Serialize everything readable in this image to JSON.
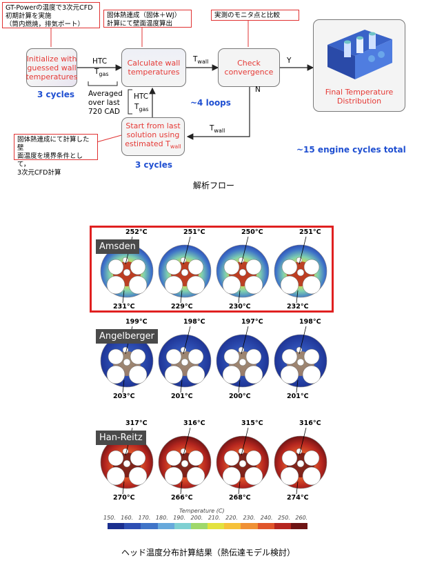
{
  "flow": {
    "note_top_left": [
      "GT-Powerの温度で3次元CFD",
      "初期計算を実施",
      "（筒内燃焼，排気ポート）"
    ],
    "note_top_mid": [
      "固体熱連成（固体＋WJ）",
      "計算にて壁面温度算出"
    ],
    "note_top_right": "実測のモニタ点と比較",
    "note_bottom_left": [
      "固体熱連成にて計算した壁",
      "面温度を境界条件として，",
      "3次元CFD計算"
    ],
    "box_initialize": [
      "Initialize with",
      "guessed wall",
      "temperatures"
    ],
    "box_calculate": [
      "Calculate wall",
      "temperatures"
    ],
    "box_check": [
      "Check",
      "convergence"
    ],
    "box_start": [
      "Start from last",
      "solution using",
      "estimated T"
    ],
    "box_start_sub": "wall",
    "box_final": [
      "Final Temperature",
      "Distribution"
    ],
    "htc": "HTC",
    "t": "T",
    "sub_gas": "gas",
    "sub_wall": "wall",
    "label_y": "Y",
    "label_n": "N",
    "averaged": [
      "Averaged",
      "over last",
      "720 CAD"
    ],
    "cycles_1": "3 cycles",
    "cycles_2": "3 cycles",
    "loops": "~4 loops",
    "total": "~15 engine cycles total",
    "caption": "解析フロー"
  },
  "models": [
    {
      "name": "Amsden",
      "top": [
        "252°C",
        "251°C",
        "250°C",
        "251°C"
      ],
      "bottom": [
        "231°C",
        "229°C",
        "230°C",
        "232°C"
      ],
      "scheme": "amsden"
    },
    {
      "name": "Angelberger",
      "top": [
        "199°C",
        "198°C",
        "197°C",
        "198°C"
      ],
      "bottom": [
        "203°C",
        "201°C",
        "200°C",
        "201°C"
      ],
      "scheme": "angel"
    },
    {
      "name": "Han-Reitz",
      "top": [
        "317°C",
        "316°C",
        "315°C",
        "316°C"
      ],
      "bottom": [
        "270°C",
        "266°C",
        "268°C",
        "274°C"
      ],
      "scheme": "han"
    }
  ],
  "scale": {
    "title": "Temperature (C)",
    "ticks": [
      "150.",
      "160.",
      "170.",
      "180.",
      "190.",
      "200.",
      "210.",
      "220.",
      "230.",
      "240.",
      "250.",
      "260."
    ],
    "colors": [
      "#1b2f8f",
      "#2e4fb4",
      "#3f74c8",
      "#67a9dc",
      "#7fd0d2",
      "#9fd86b",
      "#e3e23e",
      "#f6c23a",
      "#f09134",
      "#e0552a",
      "#b5261f",
      "#6e1414"
    ]
  },
  "caption_bottom": "ヘッド温度分布計算結果（熱伝達モデル検討）",
  "colors": {
    "highlight": "#e02020",
    "accent_blue": "#1f4fd1",
    "box_text": "#e53935"
  }
}
